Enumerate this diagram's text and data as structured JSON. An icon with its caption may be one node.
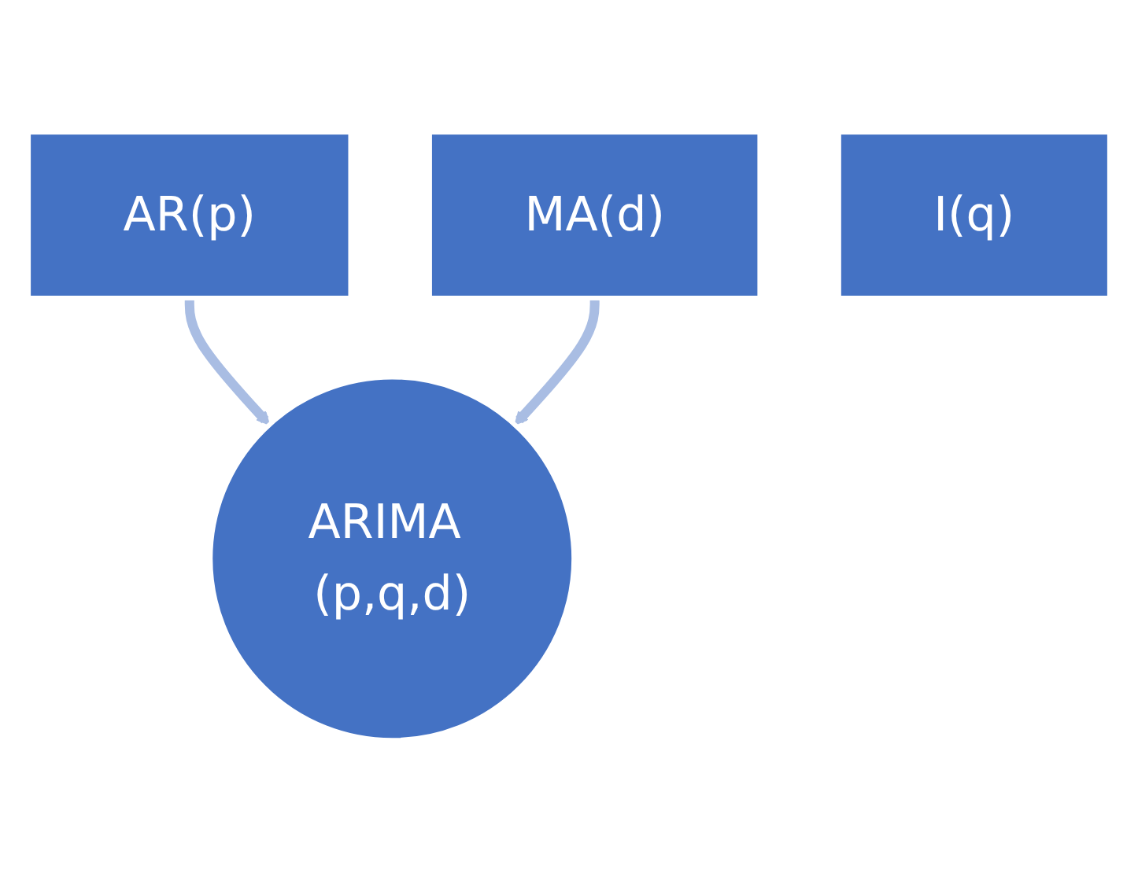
{
  "diagram": {
    "nodes": [
      {
        "text": [
          "AR(p)"
        ]
      },
      {
        "text": [
          "MA(d)"
        ]
      },
      {
        "text": [
          "I(q)"
        ]
      },
      {
        "text": [
          "ARIMA (p,q,d)"
        ]
      }
    ],
    "edges": [
      {
        "from": 0,
        "to": 3,
        "arrow": "to"
      },
      {
        "from": 1,
        "to": 3,
        "arrow": "to"
      }
    ]
  }
}
